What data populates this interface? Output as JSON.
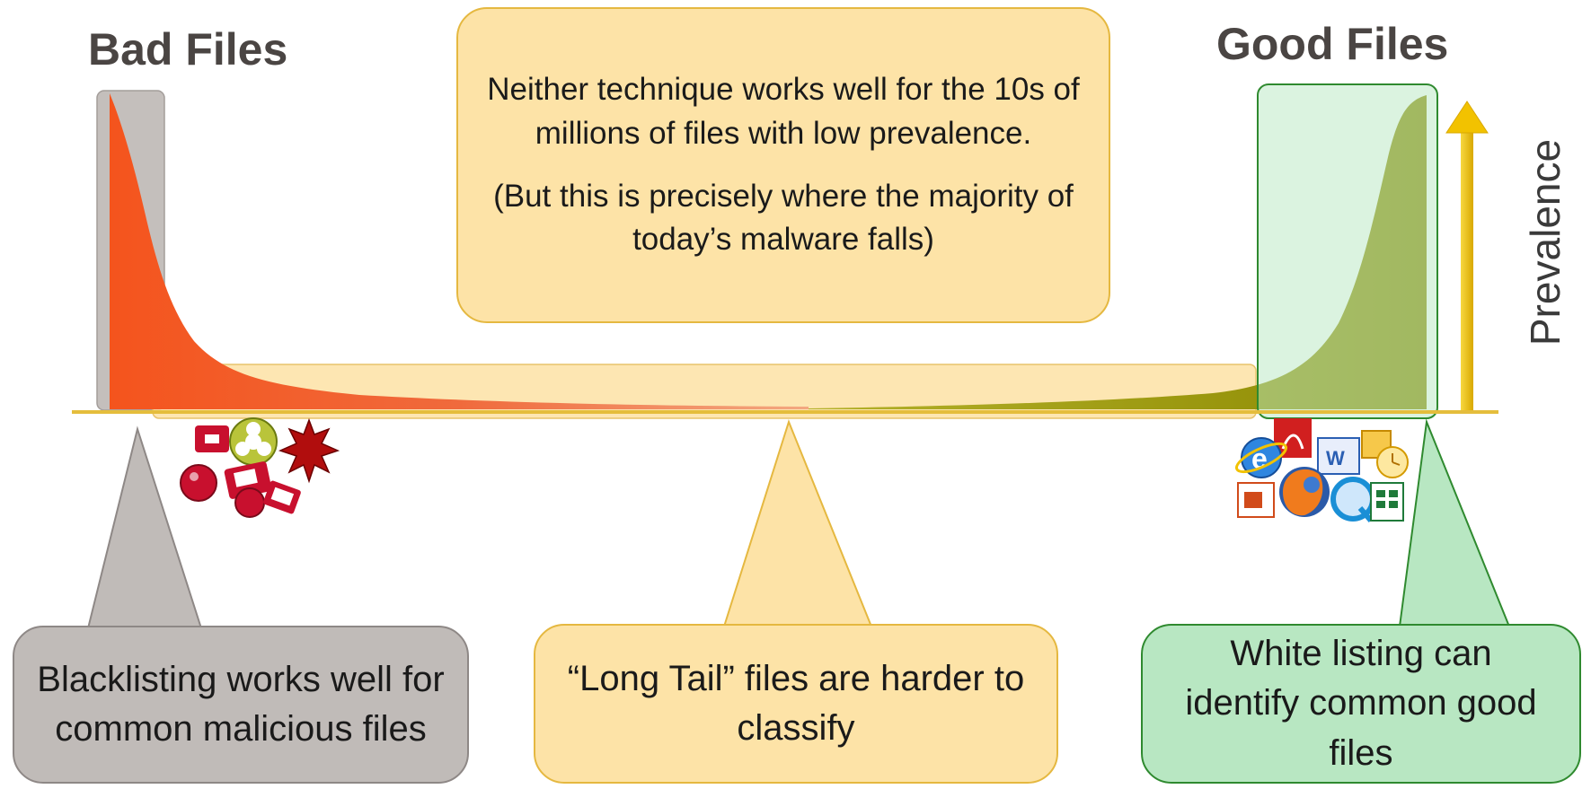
{
  "headings": {
    "bad_files": "Bad Files",
    "good_files": "Good Files"
  },
  "axis_label": "Prevalence",
  "callouts": {
    "top_note": [
      "Neither technique works well for the 10s of millions of files with low prevalence.",
      "(But this is precisely where the majority of today’s malware falls)"
    ],
    "blacklisting": "Blacklisting works well for common malicious files",
    "long_tail": "“Long Tail” files are harder to classify",
    "white_listing": "White listing can identify common good files"
  },
  "icons": {
    "bad_side": [
      "malware-trojan-icon",
      "biohazard-icon",
      "virus-burst-icon",
      "infected-disk-icon"
    ],
    "good_side": [
      "internet-explorer-icon",
      "acrobat-icon",
      "word-icon",
      "outlook-icon",
      "powerpoint-icon",
      "firefox-icon",
      "quicktime-icon",
      "excel-icon"
    ]
  },
  "colors": {
    "bad_curve": "#f0511f",
    "good_curve": "#8f9000",
    "tail_band": "#fde3a7",
    "grey_box": "#c0bbb8",
    "green_box": "#b8e7c2",
    "axis_arrow": "#f2c200"
  }
}
